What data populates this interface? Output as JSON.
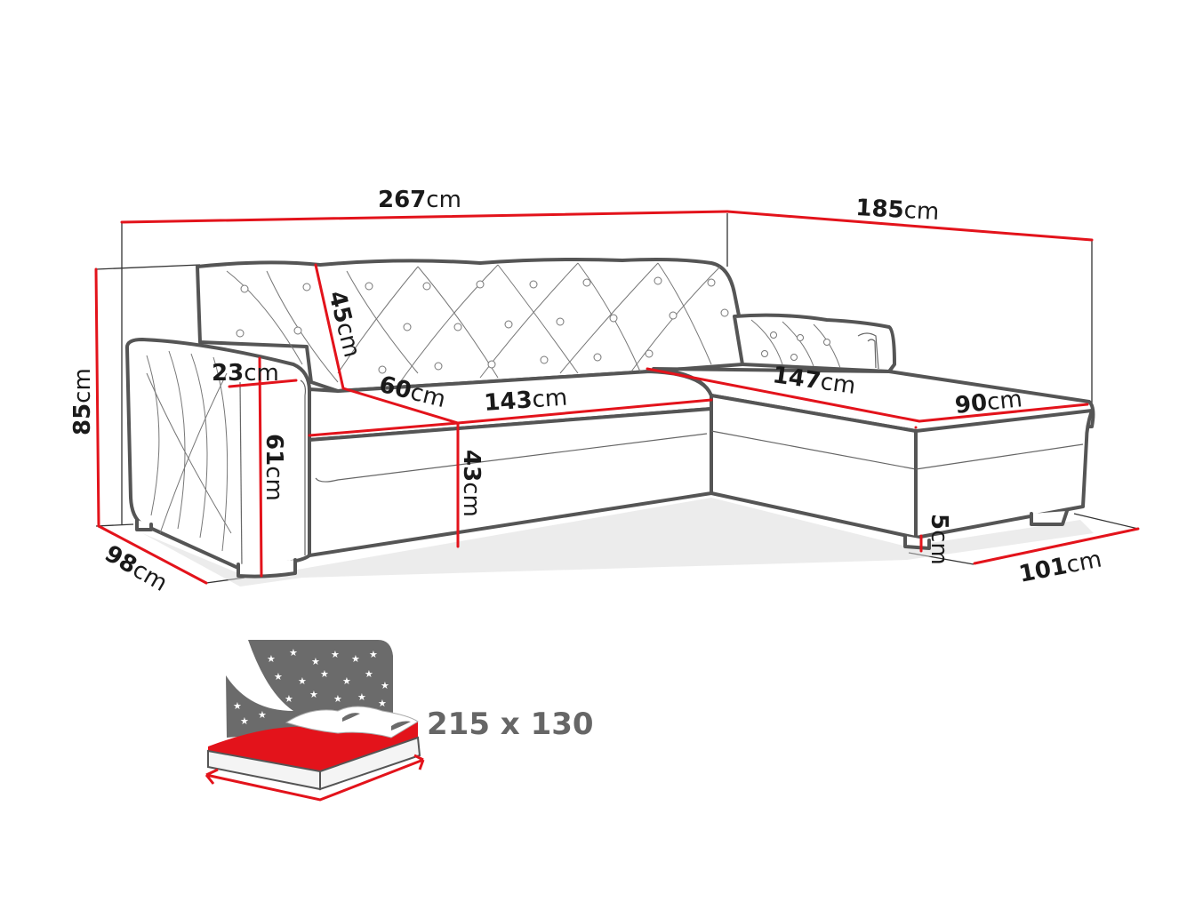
{
  "diagram": {
    "subject": "corner sofa bed dimensions",
    "unit": "cm",
    "colors": {
      "dimension_line": "#e3131b",
      "outline": "#555555",
      "label_text": "#1a1a1a",
      "bed_icon_panel": "#6b6b6b",
      "bed_icon_mattress_top": "#e3131b",
      "bed_text": "#666666"
    },
    "dimensions": {
      "total_width": {
        "value": "267",
        "unit": "cm"
      },
      "chaise_depth": {
        "value": "185",
        "unit": "cm"
      },
      "total_height": {
        "value": "85",
        "unit": "cm"
      },
      "back_height": {
        "value": "45",
        "unit": "cm"
      },
      "armrest_width": {
        "value": "23",
        "unit": "cm"
      },
      "seat_depth": {
        "value": "60",
        "unit": "cm"
      },
      "seat_width": {
        "value": "143",
        "unit": "cm"
      },
      "chaise_length": {
        "value": "147",
        "unit": "cm"
      },
      "chaise_width": {
        "value": "90",
        "unit": "cm"
      },
      "armrest_height": {
        "value": "61",
        "unit": "cm"
      },
      "seat_height": {
        "value": "43",
        "unit": "cm"
      },
      "depth": {
        "value": "98",
        "unit": "cm"
      },
      "leg_height": {
        "value": "5",
        "unit": "cm"
      },
      "chaise_total_width": {
        "value": "101",
        "unit": "cm"
      }
    },
    "sleeping_area": {
      "icon": "bed-icon",
      "label": "215 x 130"
    }
  }
}
